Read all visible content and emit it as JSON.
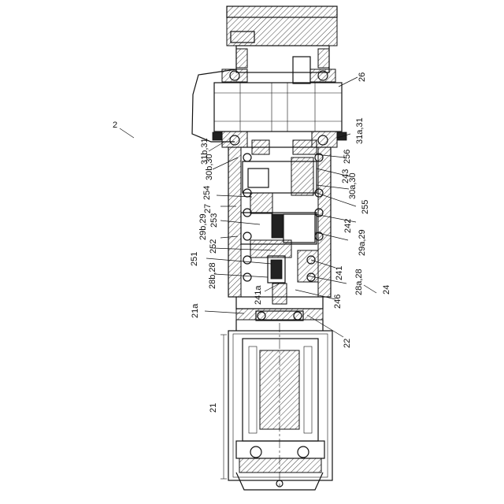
{
  "labels": {
    "fig_ref": "2",
    "assembly": "24",
    "l26": "26",
    "l31a31": "31a,31",
    "l31b31": "31b,31",
    "l30b30": "30b,30",
    "l256": "256",
    "l243": "243",
    "l30a30": "30a,30",
    "l27": "27",
    "l254": "254",
    "l255": "255",
    "l253": "253",
    "l29b29": "29b,29",
    "l242": "242",
    "l29a29": "29a,29",
    "l252": "252",
    "l251": "251",
    "l28b28": "28b,28",
    "l241": "241",
    "l241a": "241a",
    "l28a28": "28a,28",
    "l246": "246",
    "l21a": "21a",
    "l22": "22",
    "l21": "21"
  }
}
